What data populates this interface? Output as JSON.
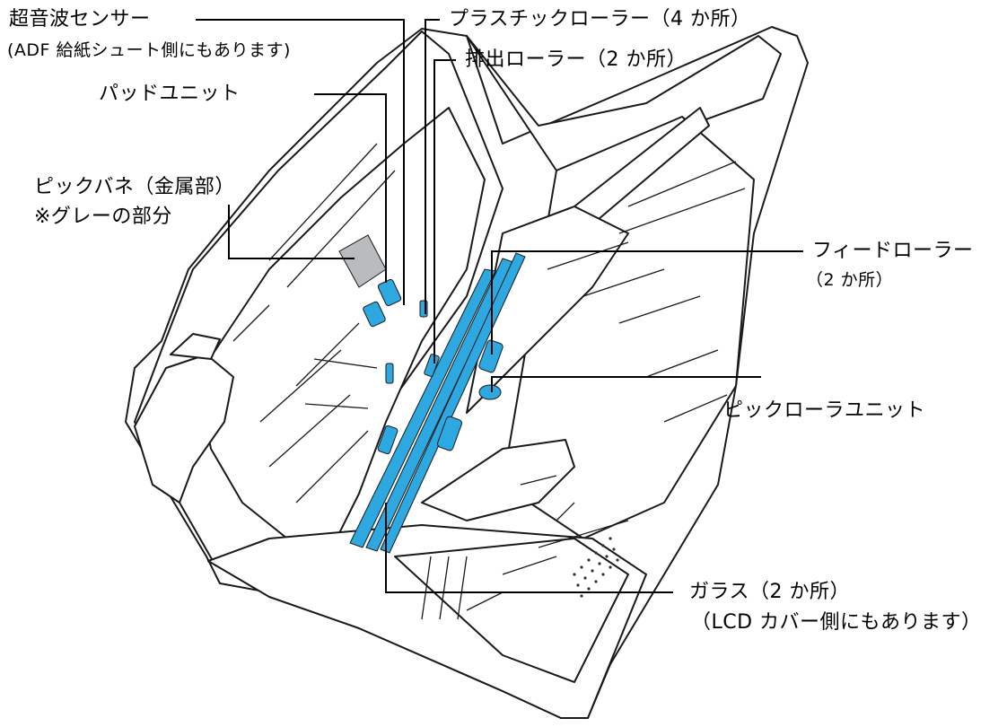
{
  "labels": {
    "ultrasonic_sensor": "超音波センサー",
    "ultrasonic_sensor_note": "(ADF 給紙シュート側にもあります)",
    "plastic_roller": "プラスチックローラー（4 か所）",
    "eject_roller": "排出ローラー（2 か所）",
    "pad_unit": "パッドユニット",
    "pick_spring": "ピックバネ（金属部）",
    "pick_spring_note": "※グレーの部分",
    "feed_roller": "フィードローラー",
    "feed_roller_count": "（2 か所）",
    "pick_roller_unit": "ピックローラユニット",
    "glass": "ガラス（2 か所）",
    "glass_note": "（LCD カバー側にもあります）"
  },
  "colors": {
    "highlight": "#2ea8e0",
    "pick_spring_gray": "#b9bcbf",
    "outline": "#1a1a1a"
  }
}
